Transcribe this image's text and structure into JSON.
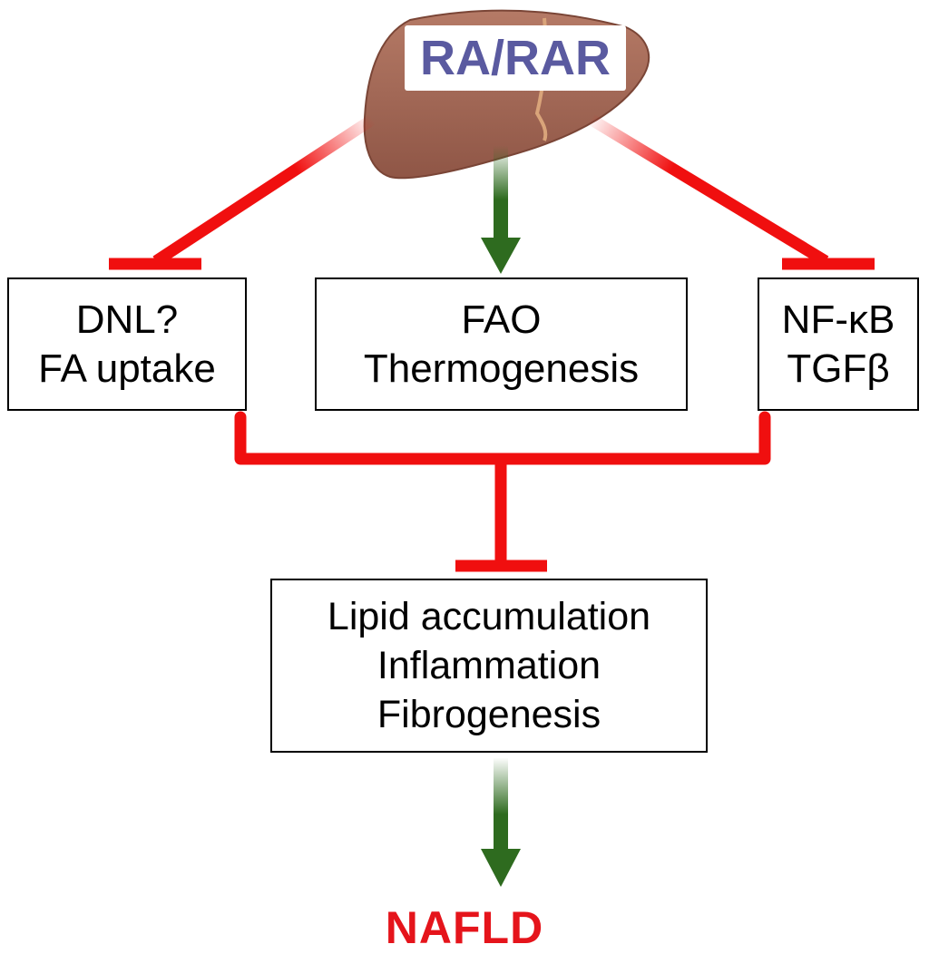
{
  "liver_label": "RA/RAR",
  "boxes": {
    "left": [
      "DNL?",
      "FA uptake"
    ],
    "center": [
      "FAO",
      "Thermogenesis"
    ],
    "right": [
      "NF-κB",
      "TGFβ"
    ],
    "bottom": [
      "Lipid accumulation",
      "Inflammation",
      "Fibrogenesis"
    ]
  },
  "outcome": "NAFLD",
  "colors": {
    "inhibit": "#f00f0f",
    "activate": "#2e6b1f",
    "liver": "#a66a58",
    "label_text": "#5a5aa0",
    "outcome_text": "#e5141b"
  },
  "icons": [
    "liver-icon"
  ]
}
